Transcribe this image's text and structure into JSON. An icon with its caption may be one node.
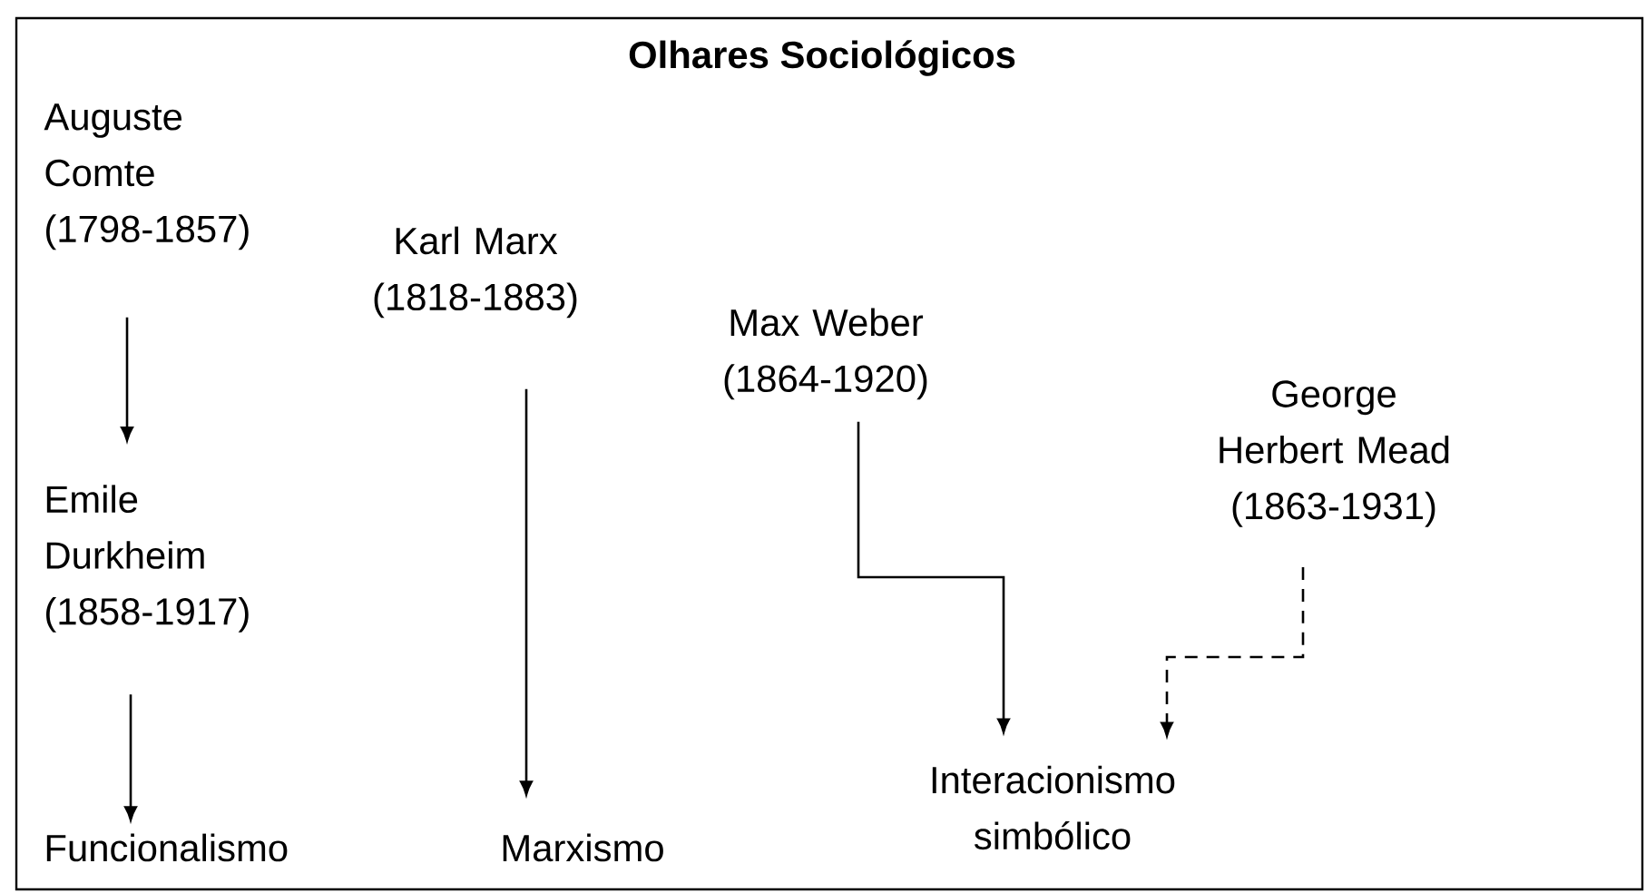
{
  "diagram": {
    "title": "Olhares Sociológicos",
    "nodes": [
      {
        "text": [
          "Auguste Comte (1798-1857)"
        ]
      },
      {
        "text": [
          "Karl Marx (1818-1883)"
        ]
      },
      {
        "text": [
          "Max Weber (1864-1920)"
        ]
      },
      {
        "text": [
          "George Herbert Mead (1863-1931)"
        ]
      },
      {
        "text": [
          "Emile Durkheim (1858-1917)"
        ]
      },
      {
        "text": [
          "Funcionalismo"
        ]
      },
      {
        "text": [
          "Marxismo"
        ]
      },
      {
        "text": [
          "Interacionismo simbólico"
        ]
      }
    ],
    "edges": [
      {
        "from": 0,
        "to": 4,
        "arrow": "to"
      },
      {
        "from": 4,
        "to": 5,
        "arrow": "to"
      },
      {
        "from": 1,
        "to": 6,
        "arrow": "to"
      },
      {
        "from": 2,
        "to": 7,
        "arrow": "to"
      },
      {
        "from": 3,
        "to": 7,
        "arrow": "to",
        "style": "dashed"
      }
    ]
  }
}
